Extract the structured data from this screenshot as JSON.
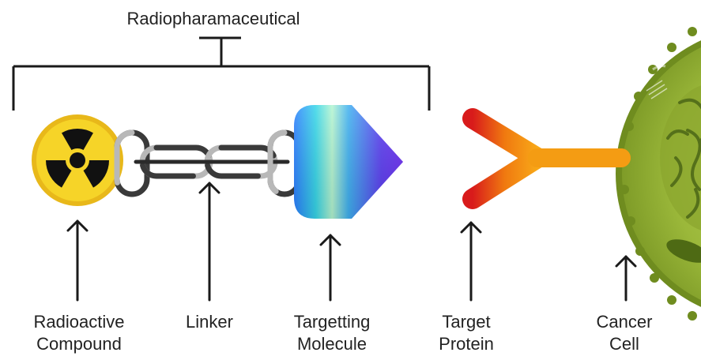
{
  "title": "Radiopharamaceutical",
  "labels": {
    "compound": [
      "Radioactive",
      "Compound"
    ],
    "linker": [
      "Linker"
    ],
    "molecule": [
      "Targetting",
      "Molecule"
    ],
    "protein": [
      "Target",
      "Protein"
    ],
    "cell": [
      "Cancer",
      "Cell"
    ]
  },
  "icons": {
    "compound": "radiation-trefoil-icon",
    "linker": "chain-link-icon",
    "molecule": "gradient-arrowhead-icon",
    "protein": "y-shaped-receptor-icon",
    "cell": "cancer-cell-icon"
  },
  "colors": {
    "radiation_yellow": "#F6D428",
    "radiation_ring": "#E8B81A",
    "trefoil": "#111111",
    "chain_dark": "#3a3a3a",
    "chain_light": "#b8b8b8",
    "molecule_gradient": [
      "#2a7fff",
      "#36d6e8",
      "#a6f0c8",
      "#3fb0f0",
      "#5a3cf0",
      "#6a2cf0"
    ],
    "protein_gradient": [
      "#d81b1b",
      "#f07a10",
      "#f8b818"
    ],
    "cell_fill": "#9bb83a",
    "cell_dark": "#5f7d1c",
    "line": "#1a1a1a"
  }
}
